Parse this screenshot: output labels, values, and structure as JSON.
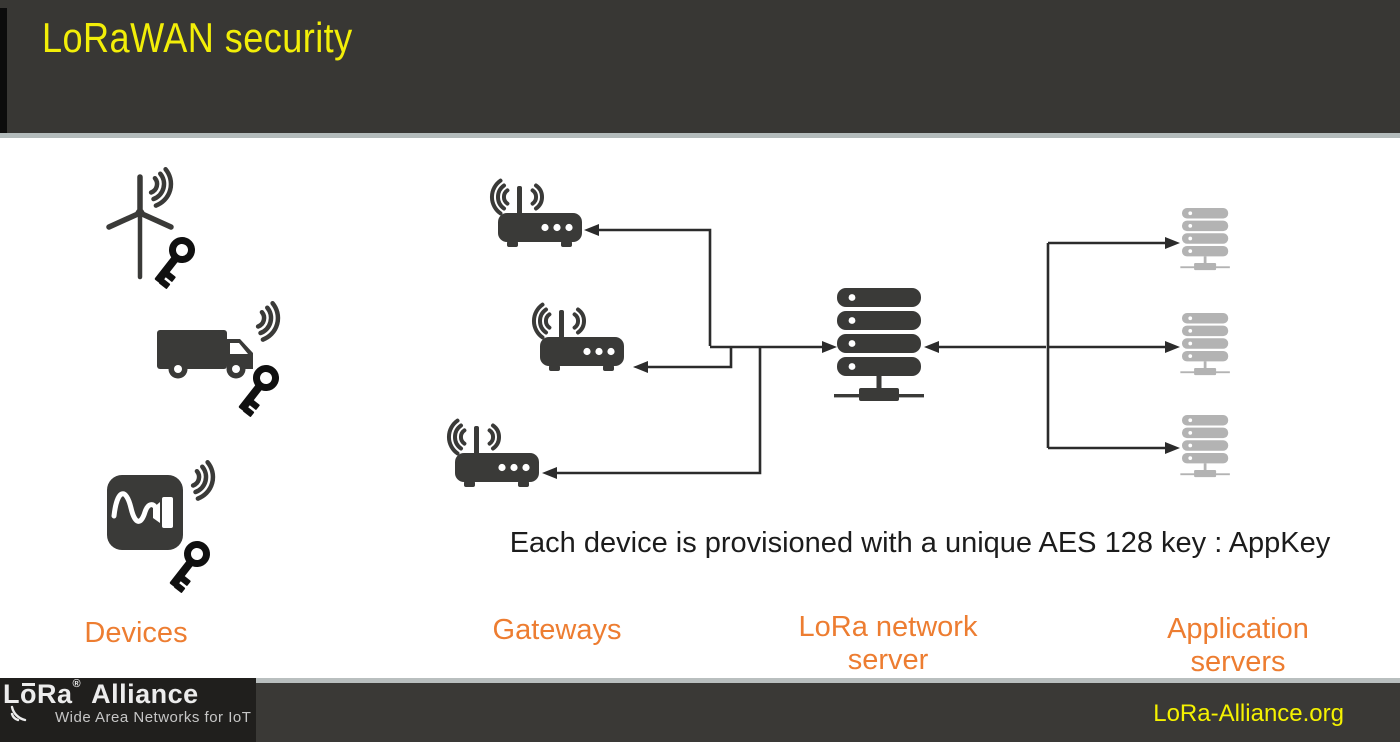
{
  "slide": {
    "title": "LoRaWAN security",
    "body_text": "Each device is provisioned with a unique AES 128 key : AppKey",
    "labels": {
      "devices": "Devices",
      "gateways": "Gateways",
      "network_server": {
        "line1": "LoRa network",
        "line2": "server"
      },
      "app_servers": {
        "line1": "Application",
        "line2": "servers"
      }
    }
  },
  "diagram": {
    "icons": [
      "wind-turbine-icon",
      "truck-icon",
      "sensor-icon",
      "key-icon",
      "signal-waves-icon",
      "gateway-router-icon",
      "network-server-icon",
      "application-server-icon",
      "arrow-connector"
    ]
  },
  "footer": {
    "logo_name": "LoRa",
    "logo_registered": "®",
    "logo_word2": "Alliance",
    "tagline": "Wide Area Networks for IoT",
    "website": "LoRa-Alliance.org"
  },
  "colors": {
    "header_bg": "#383734",
    "title_yellow": "#f2ee08",
    "label_orange": "#ED7D31",
    "icon_dark": "#3a3a38",
    "key_black": "#101010",
    "server_gray": "#b3b3b3",
    "arrow_black": "#2b2b2b",
    "divider_gray": "#b3bbbb",
    "website_yellow": "#f5f200"
  }
}
